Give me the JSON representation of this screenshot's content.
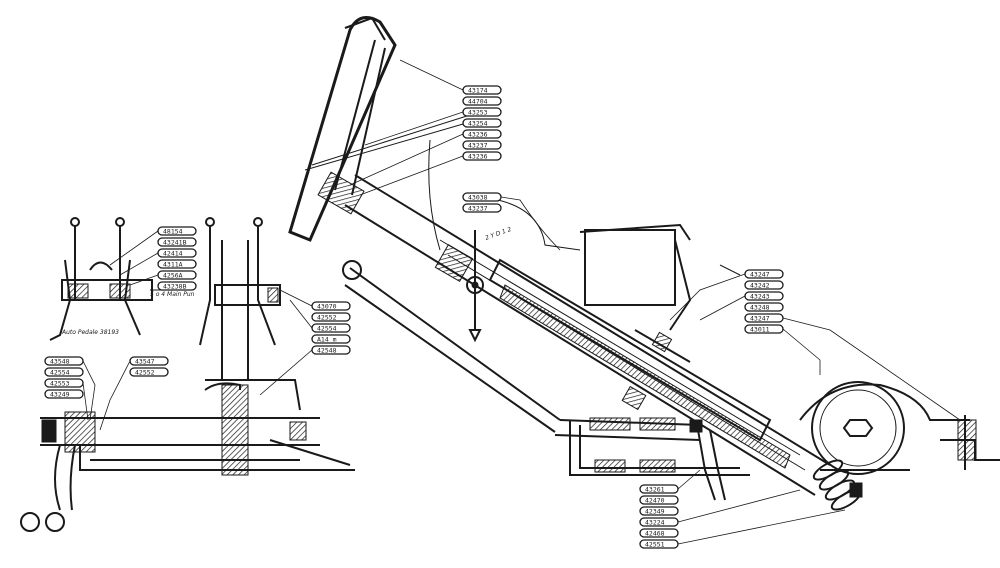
{
  "callouts_top": [
    "43174",
    "44704",
    "43253",
    "43254",
    "43236",
    "43237",
    "43236"
  ],
  "callouts_center": [
    "43038",
    "43237"
  ],
  "callouts_left": [
    "48154",
    "43241B",
    "42414",
    "4311A",
    "4256A",
    "43238B"
  ],
  "callouts_mid": [
    "43070",
    "42552",
    "42554",
    "A14 m",
    "42548"
  ],
  "callouts_bottom_left": [
    "43548",
    "42554",
    "42553",
    "43249"
  ],
  "callouts_bottom_left2": [
    "43547",
    "42552"
  ],
  "callouts_right": [
    "43247",
    "43242",
    "43243",
    "43248",
    "43247",
    "43011"
  ],
  "callouts_bottom": [
    "43261",
    "42470",
    "42349",
    "43224",
    "42468",
    "42551"
  ],
  "notes": {
    "left_assembly": "Auto Pedale 38193",
    "bolt_note": "5 o 4 Main Pun",
    "center_note": "2 Y D 1 2"
  }
}
